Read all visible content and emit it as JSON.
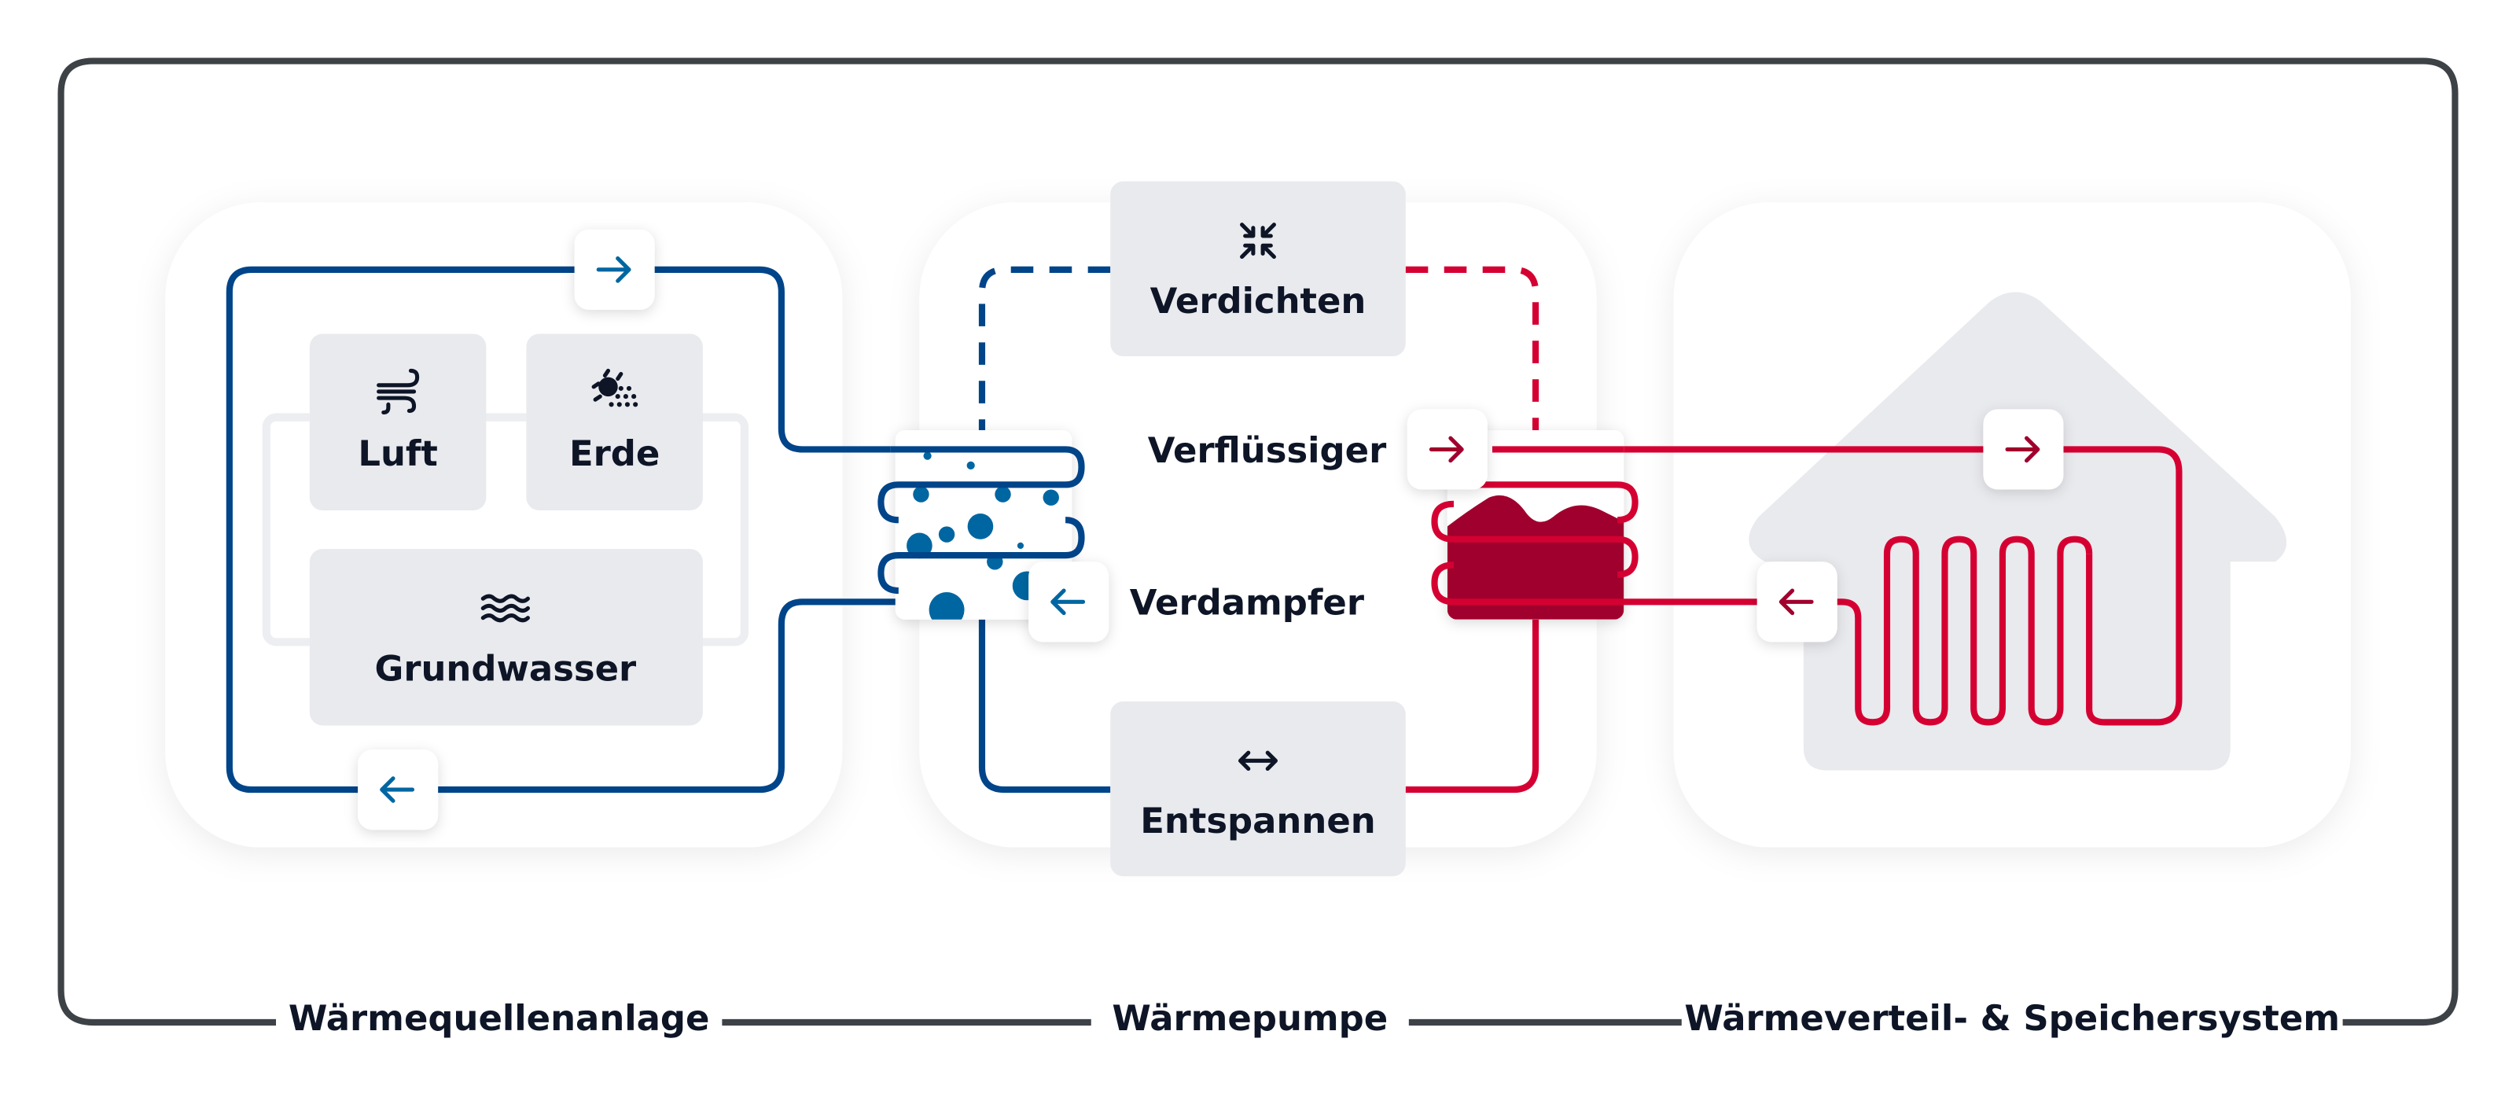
{
  "colors": {
    "frame": "#3d4247",
    "cold_line": "#004489",
    "cold_accent": "#0066a1",
    "hot_line": "#d50032",
    "hot_accent": "#a0002d",
    "box_fill": "#e9eaee",
    "panel_fill": "#ffffff",
    "text": "#0d1526"
  },
  "sections": [
    {
      "id": "source",
      "label": "Wärmequellenanlage"
    },
    {
      "id": "pump",
      "label": "Wärmepumpe"
    },
    {
      "id": "distribution",
      "label": "Wärmeverteil- & Speichersystem"
    }
  ],
  "source": {
    "items": [
      {
        "label": "Luft",
        "icon": "wind-icon"
      },
      {
        "label": "Erde",
        "icon": "earth-sun-icon"
      },
      {
        "label": "Grundwasser",
        "icon": "water-waves-icon"
      }
    ],
    "flow_top": "arrow-right-icon",
    "flow_bottom": "arrow-left-icon"
  },
  "pump": {
    "compress": {
      "label": "Verdichten",
      "icon": "compress-arrows-icon"
    },
    "expand": {
      "label": "Entspannen",
      "icon": "expand-arrows-icon"
    },
    "condenser": {
      "label": "Verflüssiger"
    },
    "evaporator": {
      "label": "Verdampfer"
    }
  },
  "distribution": {
    "building": "house-icon",
    "emitter": "floor-heating-coil"
  }
}
